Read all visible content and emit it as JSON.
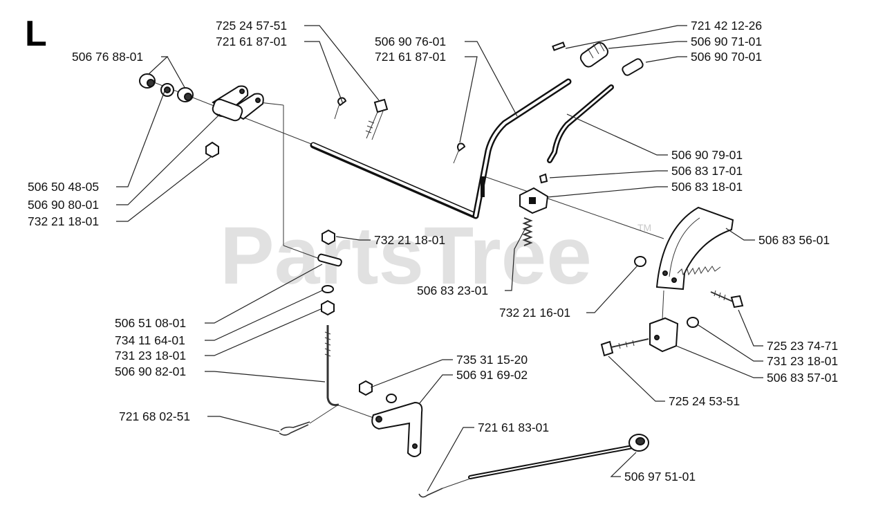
{
  "section_letter": "L",
  "watermark": {
    "text": "PartsTree",
    "tm": "TM"
  },
  "labels": [
    "725 24 57-51",
    "721 61 87-01",
    "506 76 88-01",
    "506 90 76-01",
    "721 61 87-01",
    "721 42 12-26",
    "506 90 71-01",
    "506 90 70-01",
    "506 90 79-01",
    "506 83 17-01",
    "506 83 18-01",
    "506 83 56-01",
    "506 50 48-05",
    "506 90 80-01",
    "732 21 18-01",
    "732 21 18-01",
    "506 83 23-01",
    "732 21 16-01",
    "506 51 08-01",
    "734 11 64-01",
    "731 23 18-01",
    "506 90 82-01",
    "735 31 15-20",
    "506 91 69-02",
    "725 23 74-71",
    "731 23 18-01",
    "506 83 57-01",
    "725 24 53-51",
    "721 68 02-51",
    "721 61 83-01",
    "506 97 51-01"
  ]
}
